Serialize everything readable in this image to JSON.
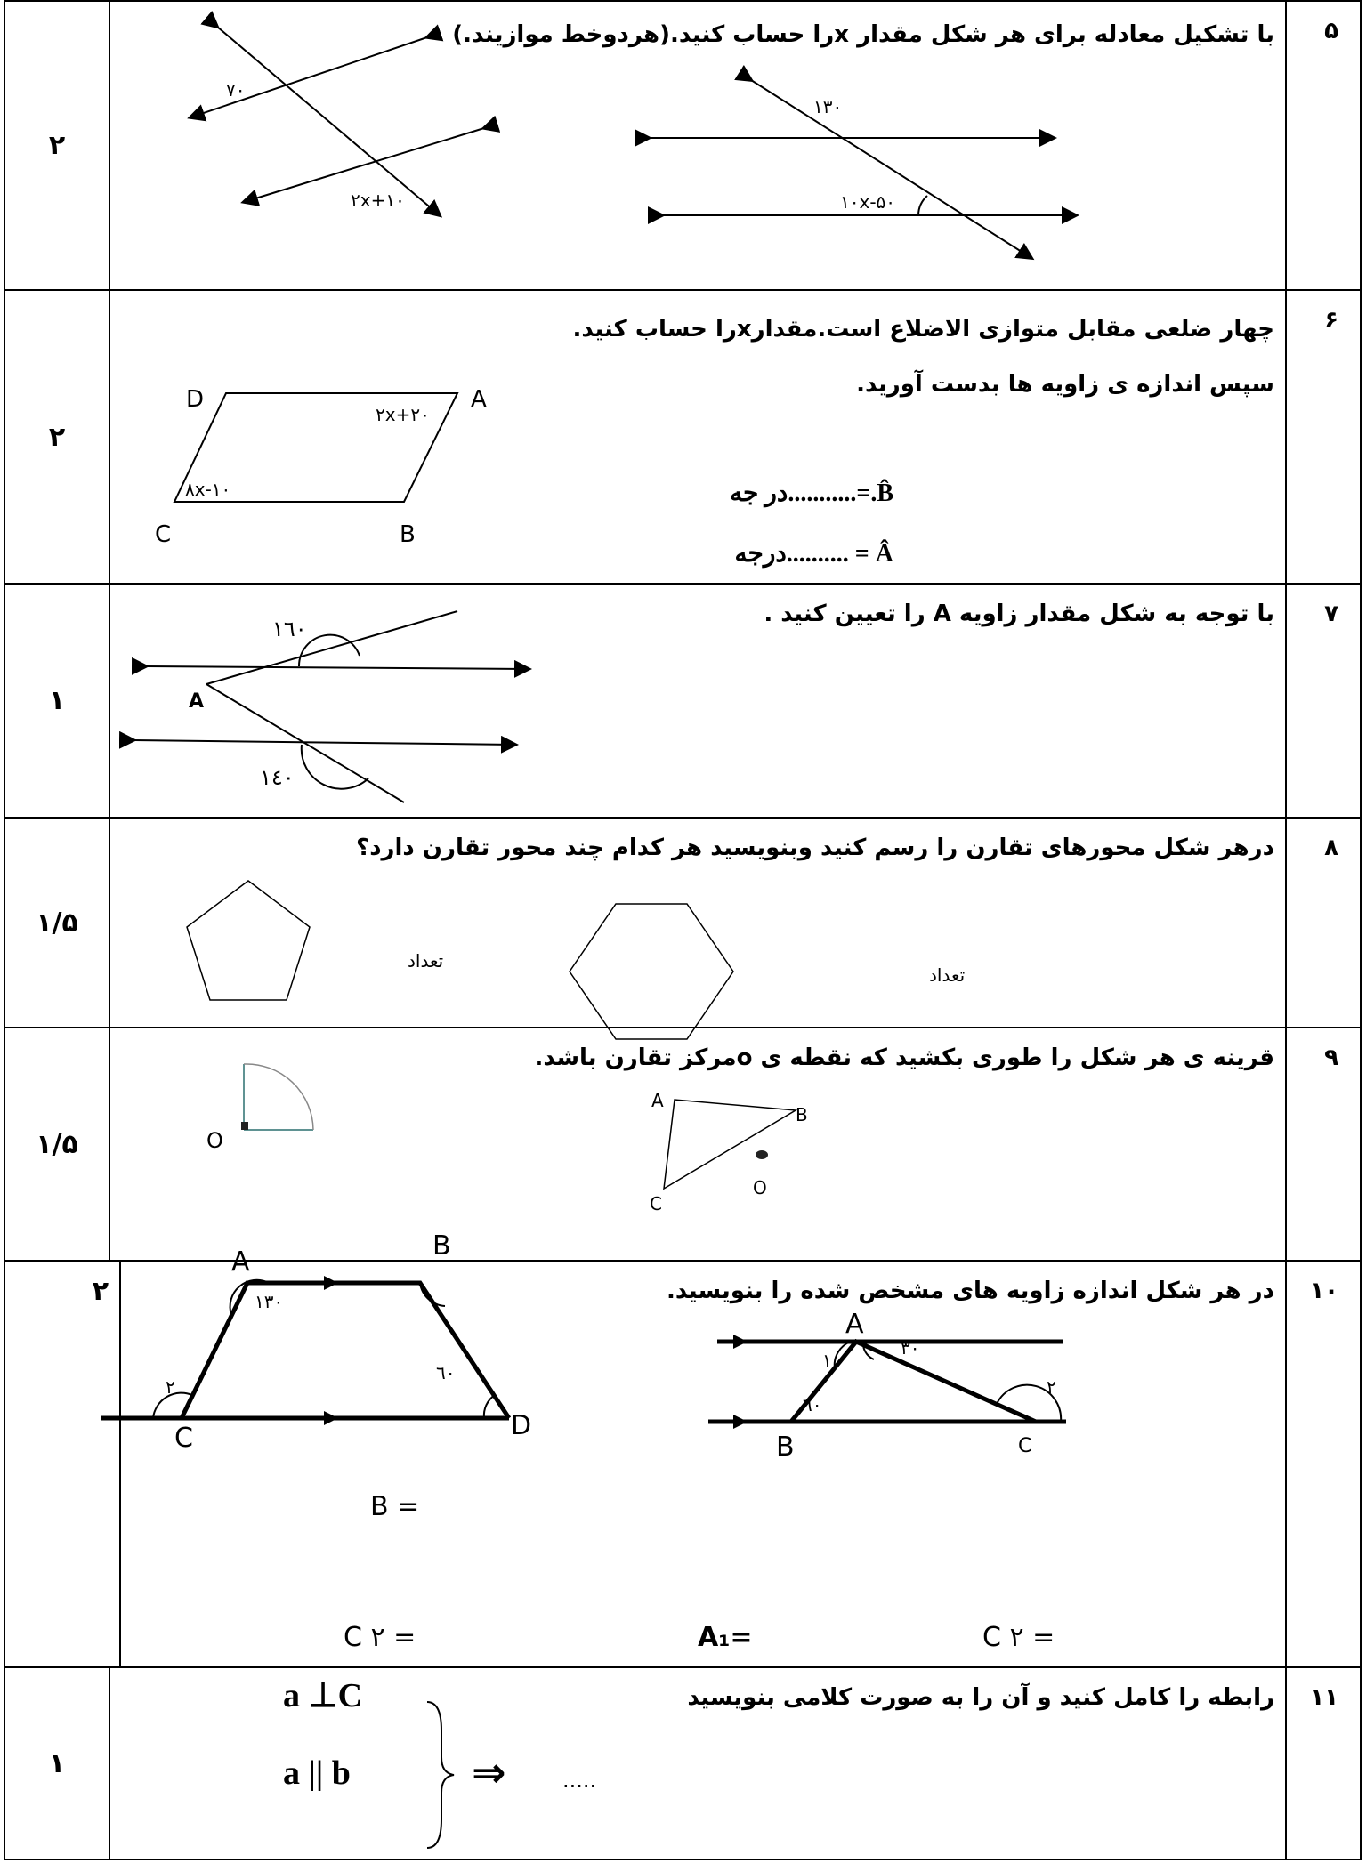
{
  "rows": [
    {
      "number": "۵",
      "score": "۲",
      "question": "با تشکیل معادله برای هر شکل مقدار  xرا حساب کنید.(هردوخط موازیند.)",
      "labels": {
        "left_angle1": "۷۰",
        "left_angle2": "۲x+۱۰",
        "right_angle1": "۱۳۰",
        "right_angle2": "۱۰x-۵۰"
      }
    },
    {
      "number": "۶",
      "score": "۲",
      "question": "چهار ضلعی مقابل متوازی الاضلاع است.مقدارxرا حساب کنید.",
      "question2": "سپس اندازه ی زاویه ها بدست آورید.",
      "answer_b": "B̂.=...........در جه",
      "answer_a": "Â = ..........درجه",
      "labels": {
        "D": "D",
        "A": "A",
        "C": "C",
        "B": "B",
        "angle_a": "۲x+۲۰",
        "angle_c": "۸x-۱۰"
      }
    },
    {
      "number": "۷",
      "score": "۱",
      "question": " با توجه به شکل مقدار زاویه A را تعیین کنید .",
      "labels": {
        "angle_top": "۱٦۰",
        "angle_bottom": "۱٤۰",
        "point": "A"
      }
    },
    {
      "number": "۸",
      "score": "۱/۵",
      "question": "درهر شکل محورهای تقارن را رسم کنید وبنویسید هر کدام چند محور تقارن دارد؟",
      "count_label_1": "تعداد",
      "count_label_2": "تعداد"
    },
    {
      "number": "۹",
      "score": "۱/۵",
      "question": "قرینه ی هر شکل را طوری بکشید که نقطه ی oمرکز تقارن باشد.",
      "labels": {
        "o_left": "O",
        "A": "A",
        "B": "B",
        "C": "C",
        "o_right": "O"
      }
    },
    {
      "number": "۱۰",
      "score": "۲",
      "question": "در هر شکل اندازه زاویه های مشخص شده را بنویسید.",
      "labels": {
        "tA": "A",
        "tB": "B",
        "tC": "C",
        "tD": "D",
        "t130": "۱۳۰",
        "t2": "۲",
        "t60": "٦۰",
        "b_eq": "B   =",
        "c2_left": "C ۲ =",
        "rA": "A",
        "r1": "۱",
        "r30": "۳۰",
        "r60": "٦۰",
        "r2": "۲",
        "rB": "B",
        "rC": "C",
        "a1": "A₁=",
        "c2_right": "C ۲ ="
      }
    },
    {
      "number": "۱۱",
      "score": "۱",
      "question": "رابطه را کامل کنید و آن را به صورت کلامی بنویسید",
      "labels": {
        "line1": "a  ⊥C",
        "line2": "a  ||  b",
        "arrow": "⇒",
        "dots": "....."
      }
    }
  ]
}
